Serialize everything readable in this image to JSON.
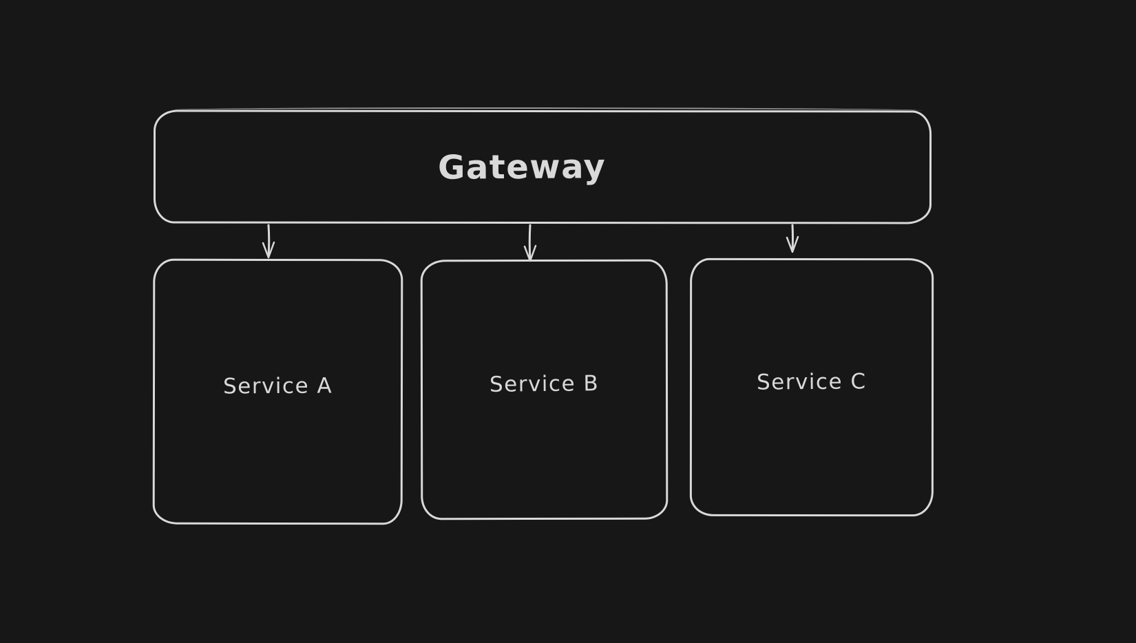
{
  "canvas": {
    "background": "#171717",
    "stroke": "#d9d9d9",
    "text_color": "#d9d9d9"
  },
  "nodes": {
    "gateway": {
      "label": "Gateway"
    },
    "services": [
      {
        "label": "Service A"
      },
      {
        "label": "Service B"
      },
      {
        "label": "Service C"
      }
    ]
  },
  "edges": [
    {
      "from": "Gateway",
      "to": "Service A"
    },
    {
      "from": "Gateway",
      "to": "Service B"
    },
    {
      "from": "Gateway",
      "to": "Service C"
    }
  ]
}
